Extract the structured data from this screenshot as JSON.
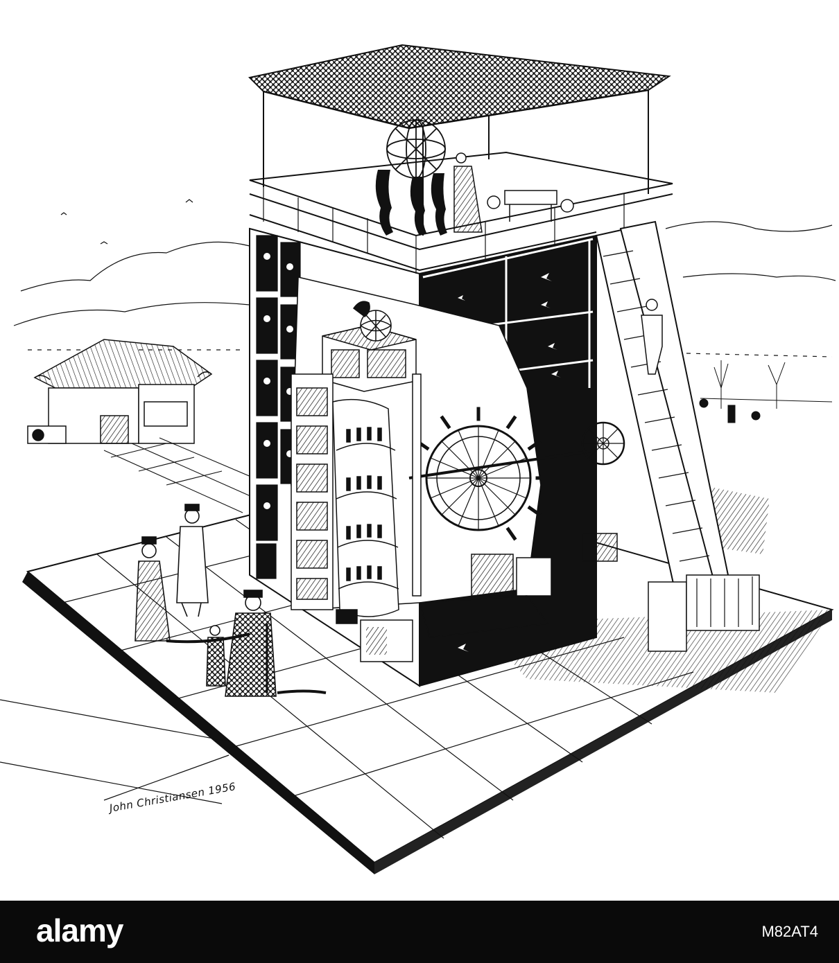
{
  "illustration": {
    "signature": "John Christiansen 1956"
  },
  "watermark": {
    "logo": "alamy",
    "image_id": "M82AT4"
  },
  "colors": {
    "ink": "#111111",
    "paper": "#ffffff",
    "footer": "#0a0a0a"
  }
}
